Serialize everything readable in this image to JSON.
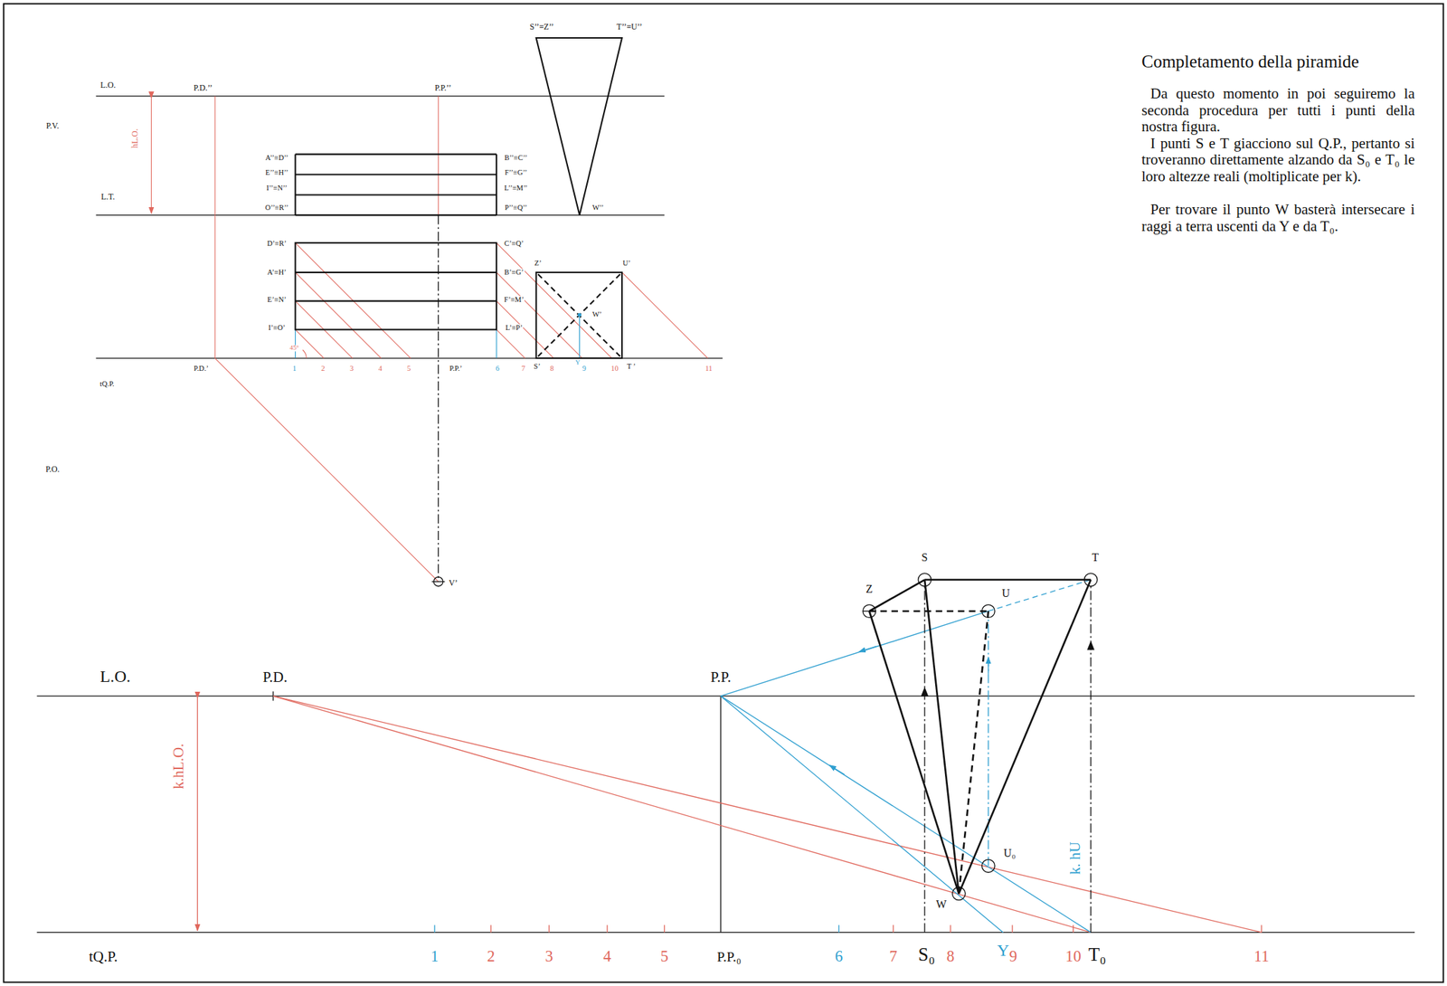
{
  "diagram": {
    "title": "Completamento della piramide",
    "labels": [
      "S’’≡Z’’",
      "T’’≡U’’",
      "L.O.",
      "P.D.’’",
      "P.P.’’",
      "P.V.",
      "hL.O.",
      "A’’≡D’’",
      "B’’≡C’’",
      "E’’≡H’’",
      "F’’≡G’’",
      "L.T.",
      "I’’≡N’’",
      "L’’≡M’’",
      "O’’≡R’’",
      "P’’≡Q’’",
      "W’’",
      "D’≡R’",
      "C’≡Q’",
      "A’≡H’",
      "B’≡G’",
      "Z’",
      "U’",
      "E’≡N’",
      "F’≡M’",
      "W’",
      "I’≡O’",
      "L’≡P’",
      "45°",
      "P.D.’",
      "1",
      "2",
      "3",
      "4",
      "5",
      "P.P.’",
      "6",
      "7",
      "S’",
      "8",
      "Y",
      "9",
      "10",
      "T ’",
      "11",
      "tQ.P.",
      "P.O.",
      "V’",
      "L.O.",
      "P.D.",
      "P.P.",
      "k.hL.O.",
      "S",
      "T",
      "Z",
      "U",
      "U₀",
      "k. hU",
      "W",
      "tQ.P.",
      "1",
      "2",
      "3",
      "4",
      "5",
      "P.P.₀",
      "6",
      "7",
      "S₀",
      "8",
      "Y",
      "9",
      "10",
      "T₀",
      "11",
      "Da questo momento in poi seguiremo la seconda procedura per tutti i punti della nostra figura.",
      "I punti S e T giacciono sul Q.P., pertanto si troveranno direttamente alzando da S₀ e T₀ le loro altezze reali (moltiplicate per k).",
      "Per trovare il punto W basterà intersecare i raggi a terra uscenti da Y e da T₀."
    ]
  }
}
